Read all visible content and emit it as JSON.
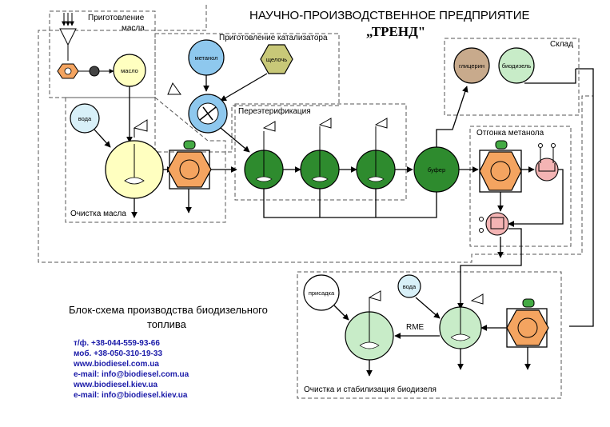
{
  "header": {
    "line1": "НАУЧНО-ПРОИЗВОДСТВЕННОЕ ПРЕДПРИЯТИЕ",
    "line2": "„ТРЕНД\""
  },
  "sections": {
    "oil_prep_1": "Приготовление",
    "oil_prep_2": "масла",
    "catalyst_prep": "Приготовление катализатора",
    "transesterification": "Переэтерификация",
    "storage": "Склад",
    "methanol_distillation": "Отгонка метанола",
    "oil_cleaning": "Очистка масла",
    "biodiesel_cleaning": "Очистка и стабилизация биодизеля"
  },
  "vessels": {
    "oil": "масло",
    "methanol": "метанол",
    "alkali": "щелочь",
    "water": "вода",
    "buffer": "буфер",
    "glycerin": "глицерин",
    "biodiesel": "биодизель",
    "additive": "присадка",
    "water2": "вода"
  },
  "flow_labels": {
    "rme": "RME"
  },
  "caption": {
    "line1": "Блок-схема производства биодизельного",
    "line2": "топлива"
  },
  "contacts": [
    "т/ф.  +38-044-559-93-66",
    "моб. +38-050-310-19-33",
    "www.biodiesel.com.ua",
    "e-mail: info@biodiesel.com.ua",
    "www.biodiesel.kiev.ua",
    "e-mail: info@biodiesel.kiev.ua"
  ],
  "colors": {
    "reactor_green": "#2e8b2e",
    "pump_orange": "#f4a460",
    "oil_yellow": "#ffffc0",
    "methanol_blue": "#8ec8ee",
    "alkali_olive": "#c8c878",
    "glycerin_tan": "#c8aa8c",
    "biodiesel_green": "#c8ecc8",
    "distill_pink": "#f4b4b4",
    "water_light": "#d8f0f8",
    "contact_blue": "#1a1aa8"
  }
}
